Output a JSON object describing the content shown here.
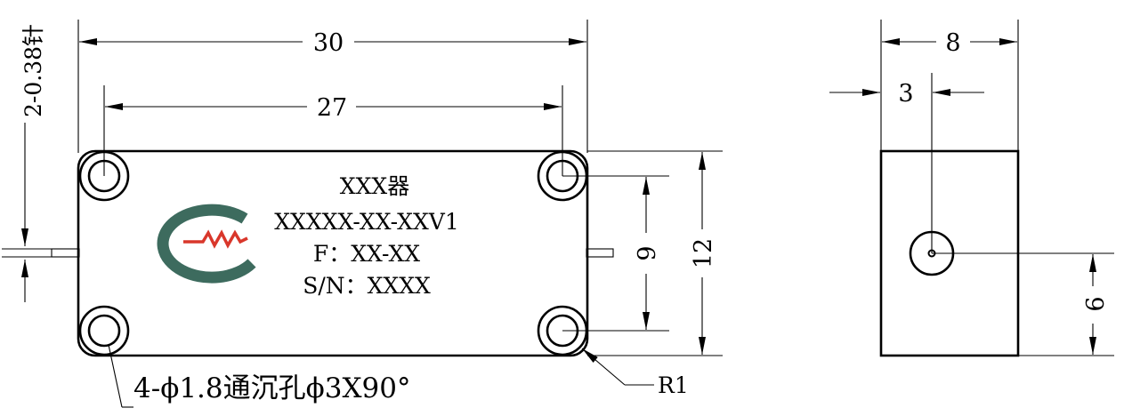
{
  "front_view": {
    "dim_total_length": "30",
    "dim_hole_spacing_x": "27",
    "dim_hole_spacing_y": "9",
    "dim_total_height": "12",
    "pin_note": "2-0.38针",
    "hole_note": "4-ϕ1.8通沉孔ϕ3X90°",
    "corner_radius_note": "R1",
    "label_line1": "XXX器",
    "label_line2": "XXXXX-XX-XXV1",
    "label_line3": "F：XX-XX",
    "label_line4": "S/N：XXXX"
  },
  "side_view": {
    "dim_width": "8",
    "dim_offset": "3",
    "dim_pin_height": "6"
  },
  "logo": {
    "icon": "company-logo-icon",
    "arc_color": "#3d6b5e",
    "wave_color": "#d9372b"
  }
}
